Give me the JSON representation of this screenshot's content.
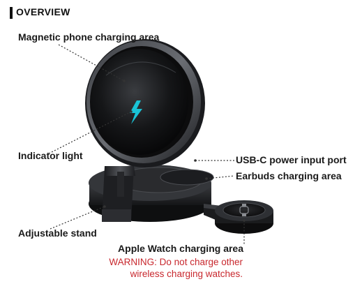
{
  "header": {
    "title": "OVERVIEW"
  },
  "labels": {
    "magnetic_area": "Magnetic phone charging area",
    "indicator_light": "Indicator light",
    "usbc_port": "USB-C power input port",
    "earbuds_area": "Earbuds charging area",
    "adjustable_stand": "Adjustable stand",
    "watch_area": "Apple Watch charging area"
  },
  "warning": {
    "line1": "WARNING: Do not charge other",
    "line2": "wireless charging watches."
  },
  "colors": {
    "warning": "#c8282e",
    "indicator": "#19c3d6",
    "text": "#1a1a1a"
  },
  "icons": [
    "lightning-bolt-icon",
    "watch-icon"
  ]
}
